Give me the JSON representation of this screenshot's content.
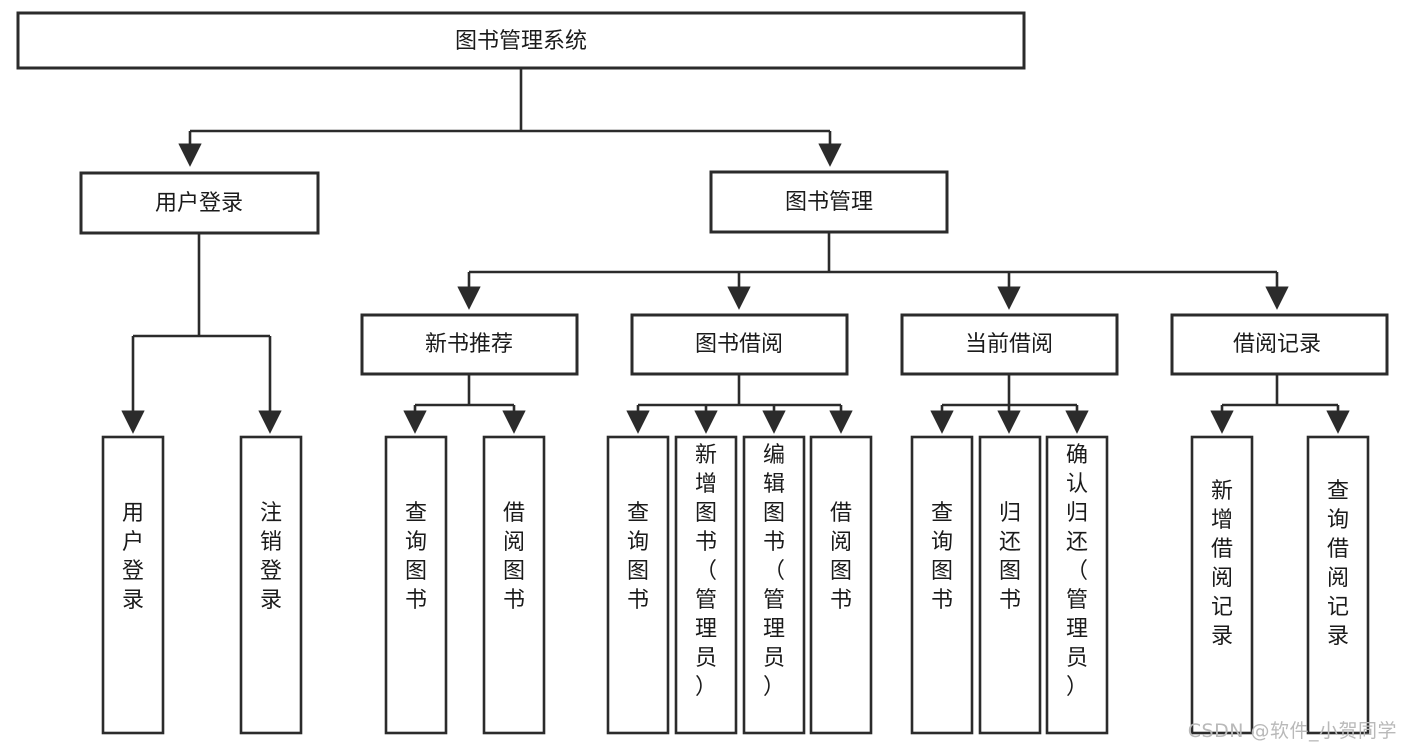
{
  "diagram": {
    "type": "tree",
    "title": "图书管理系统",
    "watermark": "CSDN @软件_小贺同学",
    "root": {
      "id": "root",
      "label": "图书管理系统",
      "orientation": "horizontal"
    },
    "level1": [
      {
        "id": "user-login",
        "label": "用户登录",
        "orientation": "horizontal"
      },
      {
        "id": "book-manage",
        "label": "图书管理",
        "orientation": "horizontal"
      }
    ],
    "level2": [
      {
        "id": "new-book-recommend",
        "label": "新书推荐",
        "parent": "book-manage",
        "orientation": "horizontal"
      },
      {
        "id": "book-borrow",
        "label": "图书借阅",
        "parent": "book-manage",
        "orientation": "horizontal"
      },
      {
        "id": "current-borrow",
        "label": "当前借阅",
        "parent": "book-manage",
        "orientation": "horizontal"
      },
      {
        "id": "borrow-record",
        "label": "借阅记录",
        "parent": "book-manage",
        "orientation": "horizontal"
      }
    ],
    "leaves": [
      {
        "id": "leaf-user-login",
        "label": "用户登录",
        "parent": "user-login",
        "orientation": "vertical"
      },
      {
        "id": "leaf-user-logout",
        "label": "注销登录",
        "parent": "user-login",
        "orientation": "vertical"
      },
      {
        "id": "leaf-query-book-1",
        "label": "查询图书",
        "parent": "new-book-recommend",
        "orientation": "vertical"
      },
      {
        "id": "leaf-borrow-book-1",
        "label": "借阅图书",
        "parent": "new-book-recommend",
        "orientation": "vertical"
      },
      {
        "id": "leaf-query-book-2",
        "label": "查询图书",
        "parent": "book-borrow",
        "orientation": "vertical"
      },
      {
        "id": "leaf-add-book",
        "label": "新增图书（管理员）",
        "parent": "book-borrow",
        "orientation": "vertical"
      },
      {
        "id": "leaf-edit-book",
        "label": "编辑图书（管理员）",
        "parent": "book-borrow",
        "orientation": "vertical"
      },
      {
        "id": "leaf-borrow-book-2",
        "label": "借阅图书",
        "parent": "book-borrow",
        "orientation": "vertical"
      },
      {
        "id": "leaf-query-book-3",
        "label": "查询图书",
        "parent": "current-borrow",
        "orientation": "vertical"
      },
      {
        "id": "leaf-return-book",
        "label": "归还图书",
        "parent": "current-borrow",
        "orientation": "vertical"
      },
      {
        "id": "leaf-confirm-return",
        "label": "确认归还（管理员）",
        "parent": "current-borrow",
        "orientation": "vertical"
      },
      {
        "id": "leaf-add-record",
        "label": "新增借阅记录",
        "parent": "borrow-record",
        "orientation": "vertical"
      },
      {
        "id": "leaf-query-record",
        "label": "查询借阅记录",
        "parent": "borrow-record",
        "orientation": "vertical"
      }
    ],
    "colors": {
      "stroke": "#2b2b2b",
      "fill": "#ffffff",
      "text": "#1b1b1b",
      "watermark": "#b9b9b9"
    }
  }
}
